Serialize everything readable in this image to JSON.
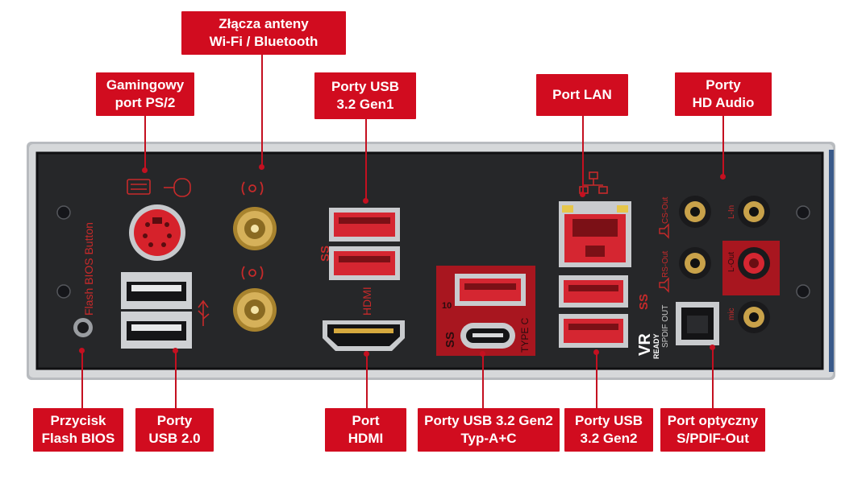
{
  "callouts": {
    "wifi": "Złącza anteny\nWi-Fi / Bluetooth",
    "ps2": "Gamingowy\nport PS/2",
    "usb_gen1": "Porty USB\n3.2 Gen1",
    "lan": "Port LAN",
    "hd_audio": "Porty\nHD Audio",
    "flash_bios": "Przycisk\nFlash BIOS",
    "usb20": "Porty\nUSB 2.0",
    "hdmi": "Port\nHDMI",
    "usb_gen2_ac": "Porty USB 3.2 Gen2\nTyp-A+C",
    "usb_gen2": "Porty USB\n3.2 Gen2",
    "optical": "Port optyczny\nS/PDIF-Out"
  },
  "panel_text": {
    "flash_bios_button": "Flash BIOS Button",
    "hdmi": "HDMI",
    "type_c": "TYPE C",
    "ss_10": "10",
    "ss": "SS",
    "vr": "VR",
    "ready": "READY",
    "spdif_out": "SPDIF OUT",
    "cs_out": "CS-Out",
    "l_in": "L-In",
    "rs_out": "RS-Out",
    "l_out": "L-Out",
    "mic": "mic"
  },
  "colors": {
    "callout_bg": "#d10c1f",
    "panel_bg": "#2a2b2e",
    "accent_red": "#b81d1d",
    "gold": "#c9a24a"
  }
}
